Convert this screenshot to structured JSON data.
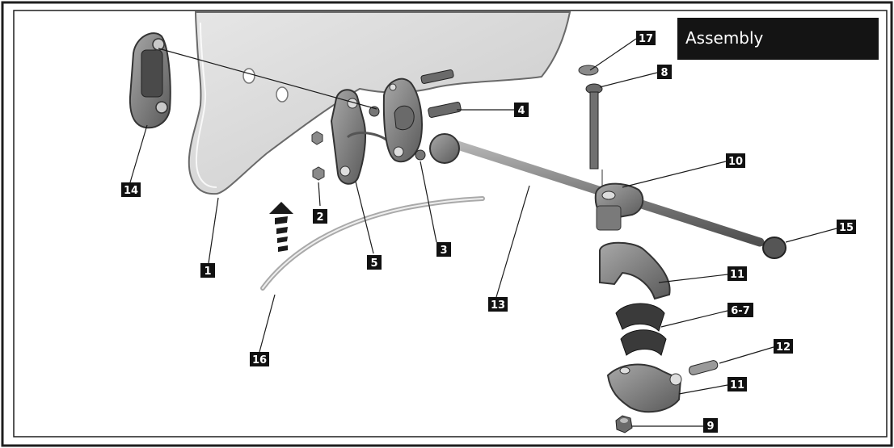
{
  "header": {
    "title": "Assembly"
  },
  "colors": {
    "frame": "#1e1e1e",
    "label_bg": "#111111",
    "label_text": "#ffffff",
    "part_fill": "#8f8f8f",
    "part_dark": "#3c3c3c",
    "shield_fill": "#d8d8d8"
  },
  "callouts": {
    "c1": "1",
    "c2": "2",
    "c3": "3",
    "c4": "4",
    "c5": "5",
    "c67": "6-7",
    "c8": "8",
    "c9": "9",
    "c10": "10",
    "c11a": "11",
    "c11b": "11",
    "c12": "12",
    "c13": "13",
    "c14": "14",
    "c15": "15",
    "c16": "16",
    "c17": "17"
  },
  "icons": {
    "direction": "up-arrow-icon"
  }
}
